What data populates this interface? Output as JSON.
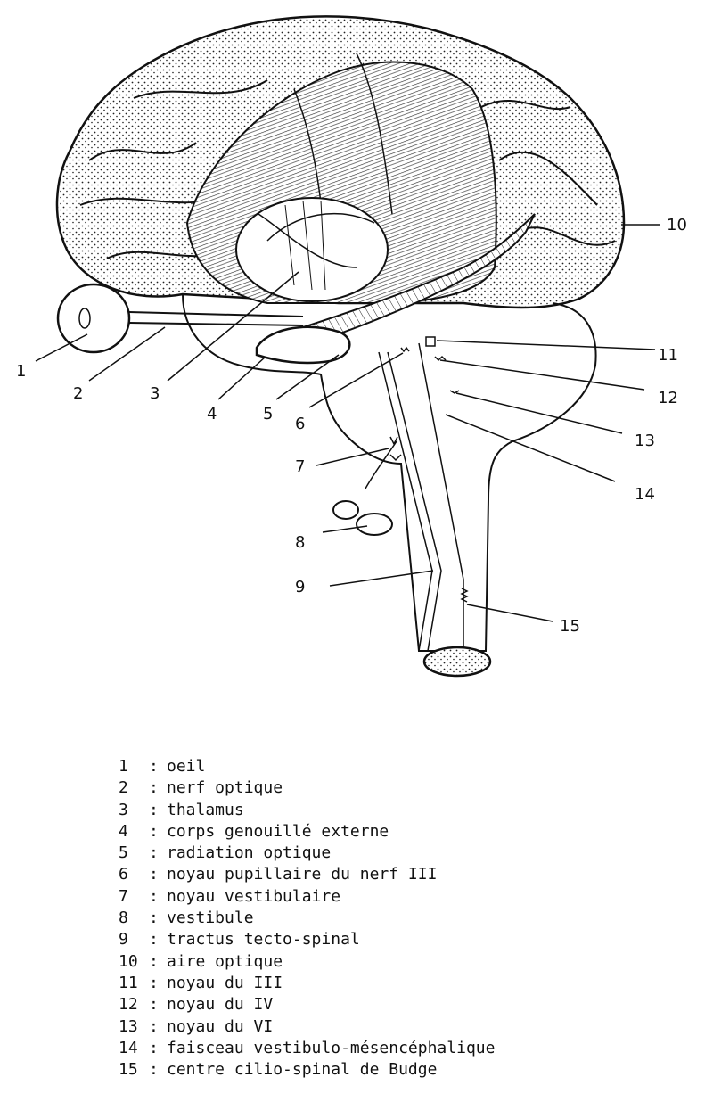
{
  "labels": [
    {
      "num": "1",
      "text": "oeil"
    },
    {
      "num": "2",
      "text": "nerf optique"
    },
    {
      "num": "3",
      "text": "thalamus"
    },
    {
      "num": "4",
      "text": "corps genouillé externe"
    },
    {
      "num": "5",
      "text": "radiation optique"
    },
    {
      "num": "6",
      "text": "noyau pupillaire du nerf III"
    },
    {
      "num": "7",
      "text": "noyau vestibulaire"
    },
    {
      "num": "8",
      "text": "vestibule"
    },
    {
      "num": "9",
      "text": "tractus tecto-spinal"
    },
    {
      "num": "10",
      "text": "aire optique"
    },
    {
      "num": "11",
      "text": "noyau du III"
    },
    {
      "num": "12",
      "text": "noyau du IV"
    },
    {
      "num": "13",
      "text": "noyau du VI"
    },
    {
      "num": "14",
      "text": "faisceau vestibulo-mésencéphalique"
    },
    {
      "num": "15",
      "text": "centre cilio-spinal de Budge"
    }
  ],
  "separator": ":"
}
